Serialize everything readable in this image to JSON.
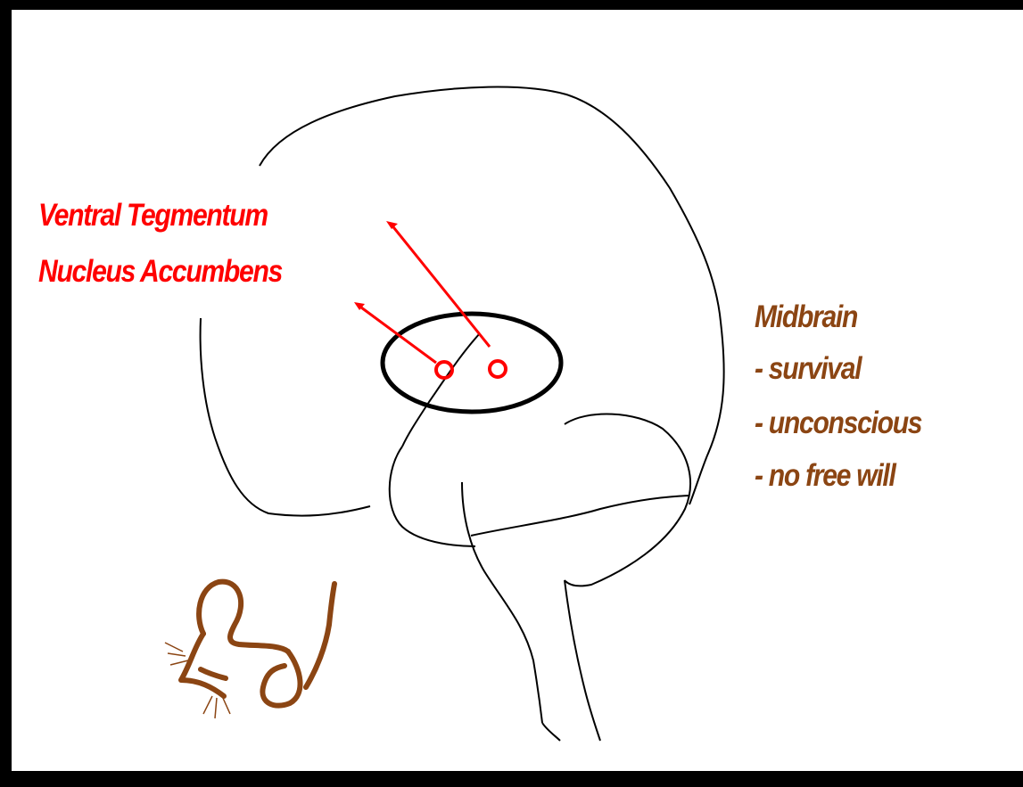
{
  "labels": {
    "ventral_tegmentum": "Ventral Tegmentum",
    "nucleus_accumbens": "Nucleus Accumbens"
  },
  "midbrain": {
    "title": "Midbrain",
    "items": [
      "- survival",
      "- unconscious",
      "- no free will"
    ]
  },
  "colors": {
    "background_frame": "#000000",
    "canvas": "#ffffff",
    "outline": "#000000",
    "highlight": "#ff0000",
    "annotation": "#8b4513"
  },
  "icons": {
    "mouse": "mouse-doodle-icon"
  }
}
